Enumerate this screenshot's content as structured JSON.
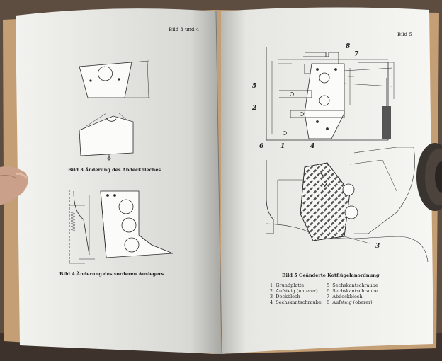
{
  "left_page": {
    "header": "Bild 3 und 4",
    "caption_3": "Bild 3  Änderung des Abdeckbleches",
    "caption_4": "Bild 4  Änderung des vorderen Auslegers"
  },
  "right_page": {
    "header": "Bild 5",
    "caption_5": "Bild 5   Geänderte Kotflügelanordnung",
    "callouts": [
      "5",
      "2",
      "6",
      "1",
      "4",
      "8",
      "7",
      "3"
    ],
    "legend": [
      {
        "n": "1",
        "text": "Grundplatte"
      },
      {
        "n": "2",
        "text": "Aufsteig (unterer)"
      },
      {
        "n": "3",
        "text": "Deckblech"
      },
      {
        "n": "4",
        "text": "Sechskantschraube"
      },
      {
        "n": "5",
        "text": "Sechskantschraube"
      },
      {
        "n": "6",
        "text": "Sechskantschraube"
      },
      {
        "n": "7",
        "text": "Abdeckblech"
      },
      {
        "n": "8",
        "text": "Aufsteig (oberer)"
      }
    ]
  },
  "colors": {
    "background": "#6b5a4c",
    "paper": "#f4f4f1",
    "ink": "#2a2a2a",
    "cover": "#c6a27a"
  },
  "icons": [
    "hand-thumb",
    "fan-object"
  ]
}
